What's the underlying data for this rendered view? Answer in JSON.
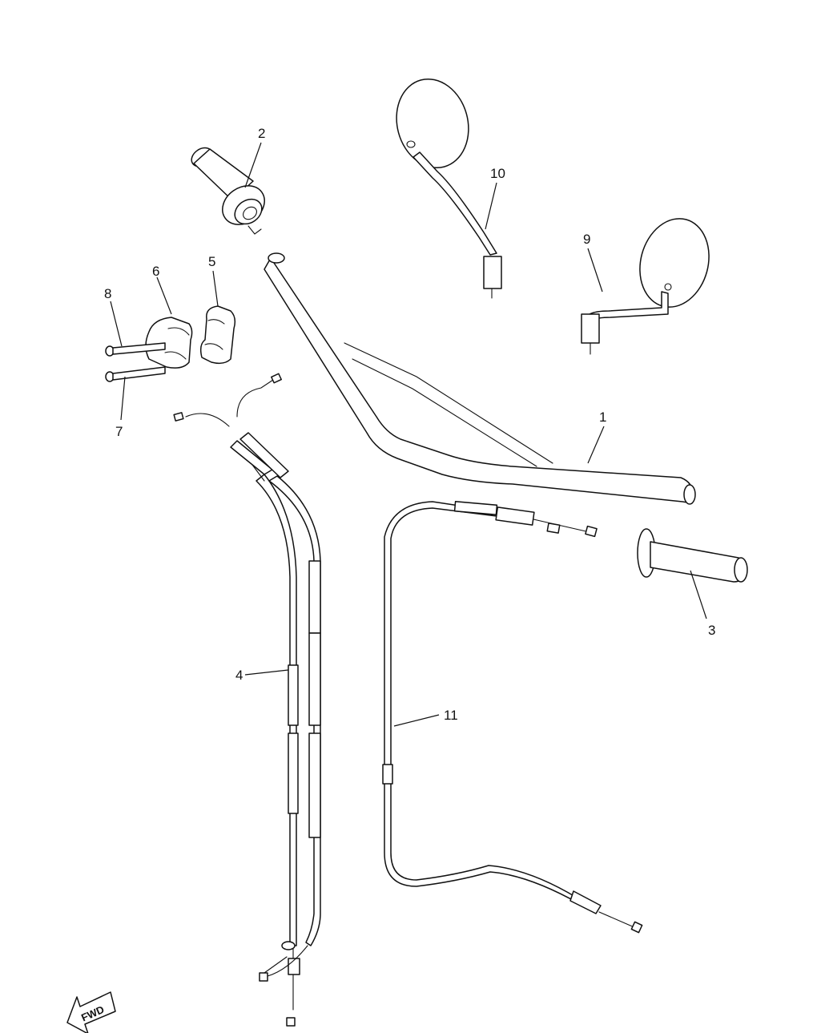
{
  "callouts": {
    "handlebar": "1",
    "grip_throttle": "2",
    "grip_left": "3",
    "throttle_cable": "4",
    "holder_upper": "5",
    "holder_lower": "6",
    "screw_7": "7",
    "screw_8": "8",
    "mirror_right": "9",
    "mirror_left": "10",
    "clutch_cable": "11"
  },
  "fwd_label": "FWD"
}
